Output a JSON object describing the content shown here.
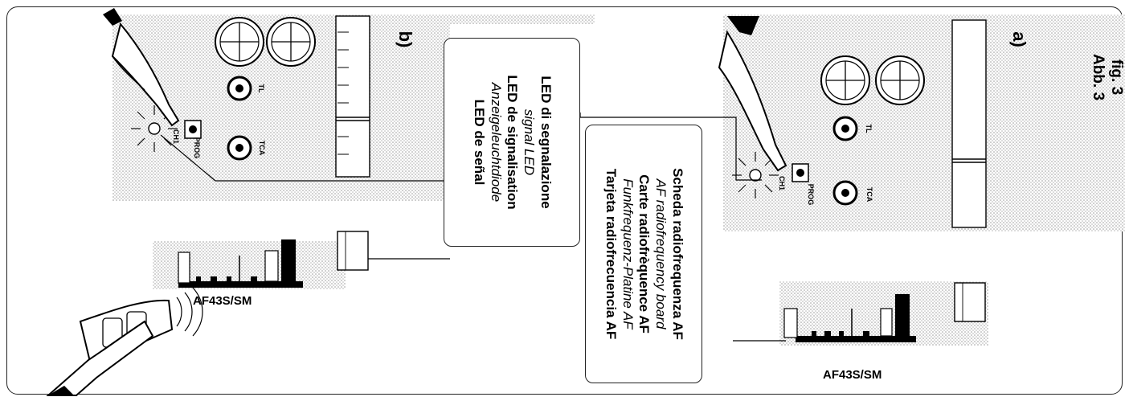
{
  "figure": {
    "fig_label": "fig. 3",
    "abb_label": "Abb. 3"
  },
  "panels": {
    "a": {
      "letter": "a)",
      "module_label": "AF43S/SM",
      "prog_label": "PROG",
      "ch_label": "CH1",
      "tl_label": "TL",
      "tca_label": "TCA"
    },
    "b": {
      "letter": "b)",
      "module_label": "AF43S/SM",
      "prog_label": "PROG",
      "ch_label": "CH1",
      "tl_label": "TL",
      "tca_label": "TCA"
    }
  },
  "callouts": {
    "af_board": [
      "Scheda radiofrequenza AF",
      "AF radiofrequency board",
      "Carte radiofrèquence AF",
      "Funkfrequenz-Platine AF",
      "Tarjeta radiofrecuencia AF"
    ],
    "led": [
      "LED di segnalazione",
      "signal LED",
      "LED de signalisation",
      "Anzeigeleuchtdiode",
      "LED de señal"
    ]
  },
  "colors": {
    "ink": "#000000",
    "stipple": "#d9d9d9",
    "frame": "#222222"
  }
}
